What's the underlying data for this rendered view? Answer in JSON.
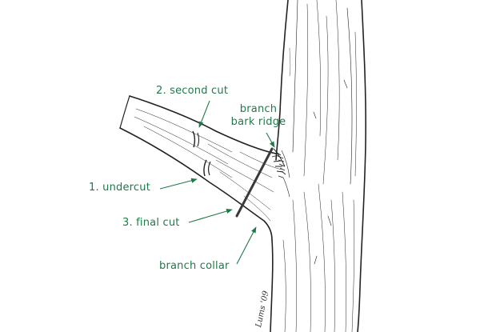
{
  "diagram": {
    "labels": {
      "second_cut": "2. second cut",
      "branch_bark_ridge_line1": "branch",
      "branch_bark_ridge_line2": "bark ridge",
      "undercut": "1. undercut",
      "final_cut": "3. final cut",
      "branch_collar": "branch collar"
    },
    "signature": "Lums '09",
    "colors": {
      "label_text": "#1e7a4a",
      "pointer_arrows": "#1e7a4a",
      "ink": "#222222",
      "final_cut_line": "#3a3a3a",
      "background": "#ffffff"
    },
    "icons": {
      "pointer": "arrow-pointer-icon"
    }
  }
}
